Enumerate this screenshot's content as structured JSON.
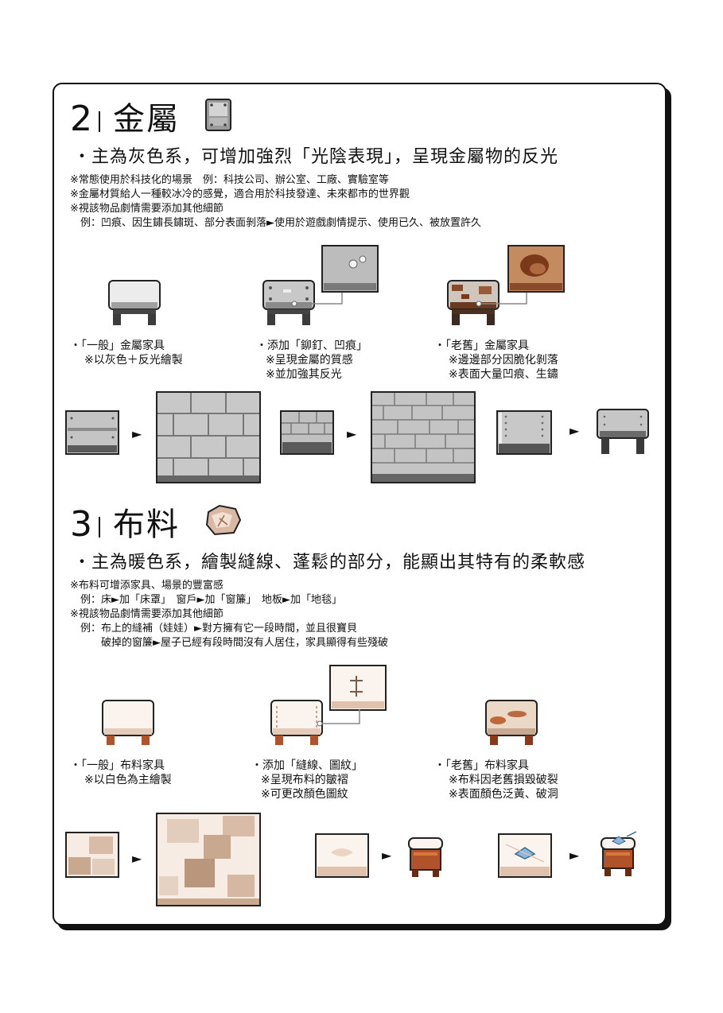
{
  "metal": {
    "number": "2",
    "title": "金屬",
    "lead": "・主為灰色系，可增加強烈「光陰表現」，呈現金屬物的反光",
    "notes": [
      "※常態使用於科技化的場景　例：科技公司、辦公室、工廠、實驗室等",
      "※金屬材質給人一種較冰冷的感覺，適合用於科技發達、未來都市的世界觀",
      "※視該物品劇情需要添加其他細節",
      "　例：凹痕、因生鏽長鏽斑、部分表面剝落►使用於遊戲劇情提示、使用已久、被放置許久"
    ],
    "captions": [
      [
        "・「一般」金屬家具",
        "※以灰色＋反光繪製"
      ],
      [
        "・添加「鉚釘、凹痕」",
        "※呈現金屬的質感",
        "※並加強其反光"
      ],
      [
        "・「老舊」金屬家具",
        "※邊邊部分因脆化剝落",
        "※表面大量凹痕、生鏽"
      ]
    ],
    "icons": [
      "metal-plate-icon",
      "metal-stool-icon",
      "rusty-stool-icon",
      "metal-panel-icon",
      "metal-texture-icon"
    ]
  },
  "fabric": {
    "number": "3",
    "title": "布料",
    "lead": "・主為暖色系，繪製縫線、蓬鬆的部分，能顯出其特有的柔軟感",
    "notes": [
      "※布料可增添家具、場景的豐富感",
      "　例：床►加「床罩」　窗戶►加「窗簾」　地板►加「地毯」",
      "※視該物品劇情需要添加其他細節",
      "　例：布上的縫補（娃娃）►對方擁有它一段時間，並且很寶貝",
      "　　　破掉的窗簾►屋子已經有段時間沒有人居住，家具顯得有些殘破"
    ],
    "captions": [
      [
        "・「一般」布料家具",
        "※以白色為主繪製"
      ],
      [
        "・添加「縫線、圖紋」",
        "※呈現布料的皺褶",
        "※可更改顏色圖紋"
      ],
      [
        "・「老舊」布料家具",
        "※布料因老舊損毀破裂",
        "※表面顏色泛黃、破洞"
      ]
    ],
    "icons": [
      "cloth-bundle-icon",
      "fabric-stool-icon",
      "patch-texture-icon",
      "cushion-icon"
    ]
  },
  "arrow": "►",
  "colors": {
    "metal_light": "#d8d8d8",
    "metal_mid": "#a8a8a8",
    "metal_dark": "#505050",
    "wood": "#b0532a",
    "cloth": "#f6ece4",
    "patch": "#c9a890"
  }
}
